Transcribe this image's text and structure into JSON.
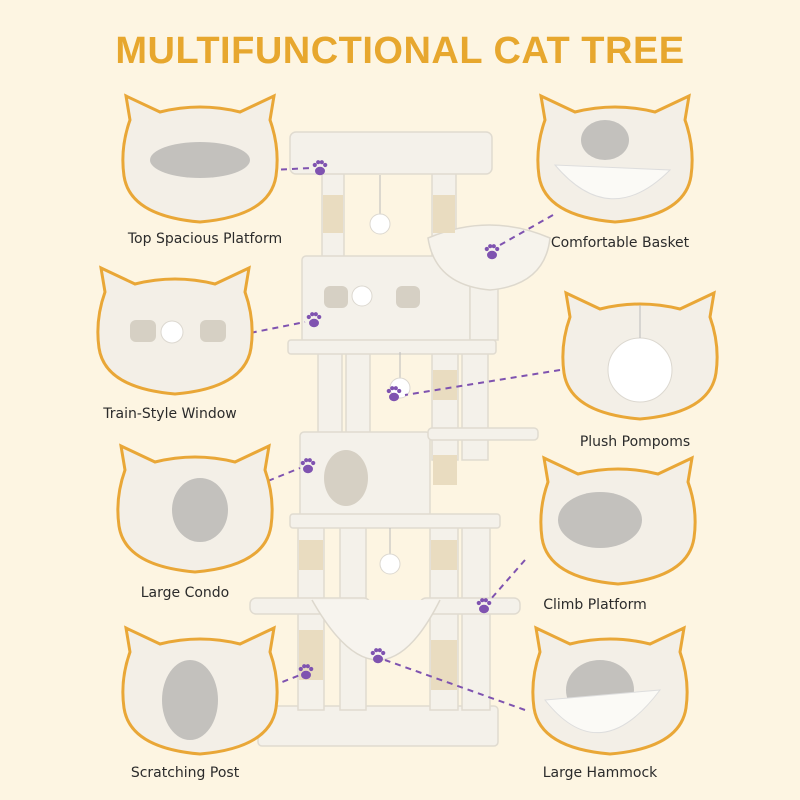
{
  "title": "MULTIFUNCTIONAL CAT TREE",
  "colors": {
    "title": "#e7a72e",
    "background": "#fdf5e2",
    "badge_border": "#e9a737",
    "paw": "#7f53b0",
    "dashed_line": "#7f53b0",
    "tree_plush": "#f4f1ea",
    "sisal": "#e9dcc0"
  },
  "features": [
    {
      "label": "Top Spacious Platform",
      "icon": "cat-sleeping-on-platform-photo"
    },
    {
      "label": "Comfortable Basket",
      "icon": "cat-in-basket-photo"
    },
    {
      "label": "Train-Style Window",
      "icon": "window-closeup-photo"
    },
    {
      "label": "Plush Pompoms",
      "icon": "pompom-photo"
    },
    {
      "label": "Large Condo",
      "icon": "cat-in-condo-photo"
    },
    {
      "label": "Climb Platform",
      "icon": "cat-on-platform-photo"
    },
    {
      "label": "Scratching Post",
      "icon": "cat-scratching-post-photo"
    },
    {
      "label": "Large Hammock",
      "icon": "cat-in-hammock-photo"
    }
  ]
}
